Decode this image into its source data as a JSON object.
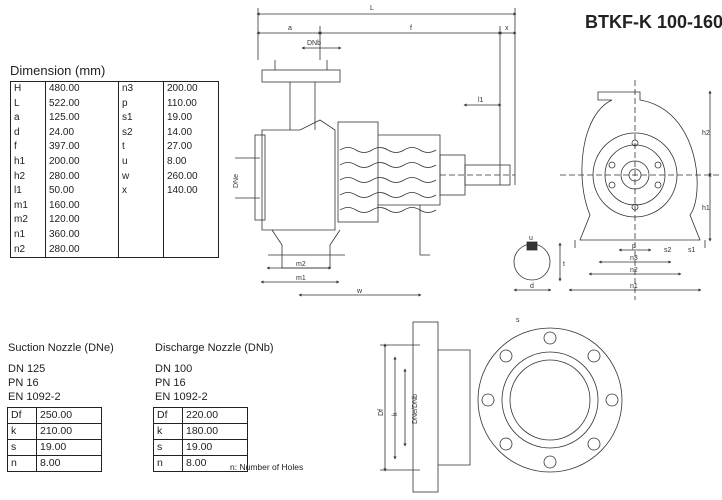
{
  "title": "BTKF-K 100-160",
  "dimensions": {
    "heading": "Dimension (mm)",
    "left": [
      {
        "k": "H",
        "v": "480.00"
      },
      {
        "k": "L",
        "v": "522.00"
      },
      {
        "k": "a",
        "v": "125.00"
      },
      {
        "k": "d",
        "v": "24.00"
      },
      {
        "k": "f",
        "v": "397.00"
      },
      {
        "k": "h1",
        "v": "200.00"
      },
      {
        "k": "h2",
        "v": "280.00"
      },
      {
        "k": "l1",
        "v": "50.00"
      },
      {
        "k": "m1",
        "v": "160.00"
      },
      {
        "k": "m2",
        "v": "120.00"
      },
      {
        "k": "n1",
        "v": "360.00"
      },
      {
        "k": "n2",
        "v": "280.00"
      }
    ],
    "right": [
      {
        "k": "n3",
        "v": "200.00"
      },
      {
        "k": "p",
        "v": "110.00"
      },
      {
        "k": "s1",
        "v": "19.00"
      },
      {
        "k": "s2",
        "v": "14.00"
      },
      {
        "k": "t",
        "v": "27.00"
      },
      {
        "k": "u",
        "v": "8.00"
      },
      {
        "k": "w",
        "v": "260.00"
      },
      {
        "k": "x",
        "v": "140.00"
      }
    ]
  },
  "suction": {
    "heading": "Suction Nozzle (DNe)",
    "lines": [
      "DN 125",
      "PN 16",
      "EN 1092-2"
    ],
    "rows": [
      {
        "k": "Df",
        "v": "250.00"
      },
      {
        "k": "k",
        "v": "210.00"
      },
      {
        "k": "s",
        "v": "19.00"
      },
      {
        "k": "n",
        "v": "8.00"
      }
    ]
  },
  "discharge": {
    "heading": "Discharge Nozzle (DNb)",
    "lines": [
      "DN 100",
      "PN 16",
      "EN 1092-2"
    ],
    "rows": [
      {
        "k": "Df",
        "v": "220.00"
      },
      {
        "k": "k",
        "v": "180.00"
      },
      {
        "k": "s",
        "v": "19.00"
      },
      {
        "k": "n",
        "v": "8.00"
      }
    ]
  },
  "note": "n: Number of Holes",
  "drawing_labels": {
    "L": "L",
    "a": "a",
    "f": "f",
    "x": "x",
    "DNb": "DNb",
    "DNe": "DNe",
    "l1": "l1",
    "m1": "m1",
    "m2": "m2",
    "w": "w",
    "h1": "h1",
    "h2": "h2",
    "n1": "n1",
    "n2": "n2",
    "n3": "n3",
    "p": "p",
    "s1": "s1",
    "s2": "s2",
    "u": "u",
    "t": "t",
    "d": "d",
    "s": "s",
    "Df": "Df",
    "k": "k",
    "DNeDNb": "DNe/DNb"
  }
}
